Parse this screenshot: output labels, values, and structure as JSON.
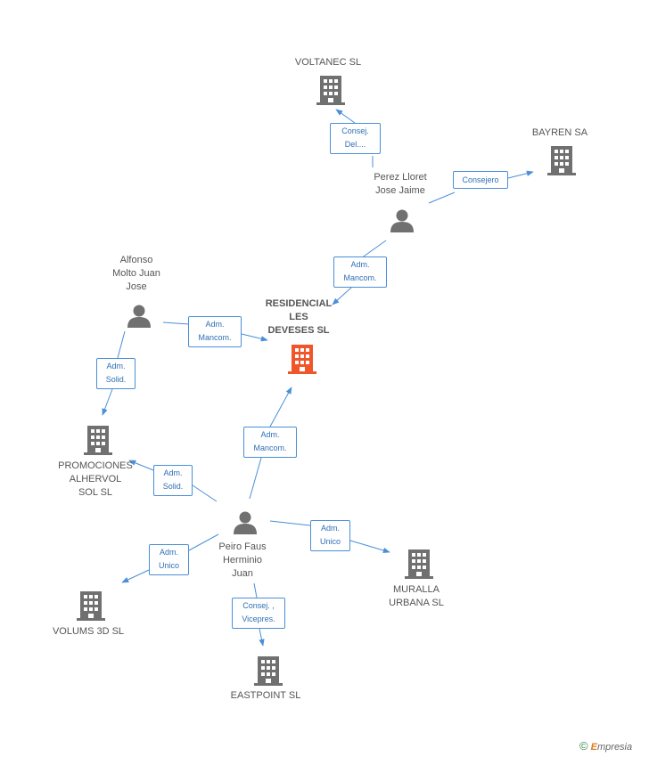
{
  "colors": {
    "company_icon": "#707070",
    "main_company_icon": "#f0562a",
    "person_icon": "#707070",
    "edge": "#4a8fd8",
    "edge_text": "#2f6fb5",
    "label_text": "#555555"
  },
  "nodes": {
    "residencial": {
      "label": "RESIDENCIAL\nLES\nDEVESES SL",
      "icon": "building-icon"
    },
    "voltanec": {
      "label": "VOLTANEC SL",
      "icon": "building-icon"
    },
    "bayren": {
      "label": "BAYREN SA",
      "icon": "building-icon"
    },
    "perez": {
      "label": "Perez Lloret\nJose Jaime",
      "icon": "person-icon"
    },
    "alfonso": {
      "label": "Alfonso\nMolto Juan\nJose",
      "icon": "person-icon"
    },
    "promociones": {
      "label": "PROMOCIONES\nALHERVOL\nSOL SL",
      "icon": "building-icon"
    },
    "peiro": {
      "label": "Peiro Faus\nHerminio\nJuan",
      "icon": "person-icon"
    },
    "volums": {
      "label": "VOLUMS 3D SL",
      "icon": "building-icon"
    },
    "muralla": {
      "label": "MURALLA\nURBANA  SL",
      "icon": "building-icon"
    },
    "eastpoint": {
      "label": "EASTPOINT SL",
      "icon": "building-icon"
    }
  },
  "edges": {
    "perez_voltanec": "Consej.\nDel....",
    "perez_bayren": "Consejero",
    "perez_residencial": "Adm.\nMancom.",
    "alfonso_residencial": "Adm.\nMancom.",
    "alfonso_promociones": "Adm.\nSolid.",
    "peiro_residencial": "Adm.\nMancom.",
    "peiro_promociones": "Adm.\nSolid.",
    "peiro_volums": "Adm.\nUnico",
    "peiro_muralla": "Adm.\nUnico",
    "peiro_eastpoint": "Consej. ,\nVicepres."
  },
  "watermark": {
    "symbol": "©",
    "brand_initial": "E",
    "brand_rest": "mpresia"
  }
}
